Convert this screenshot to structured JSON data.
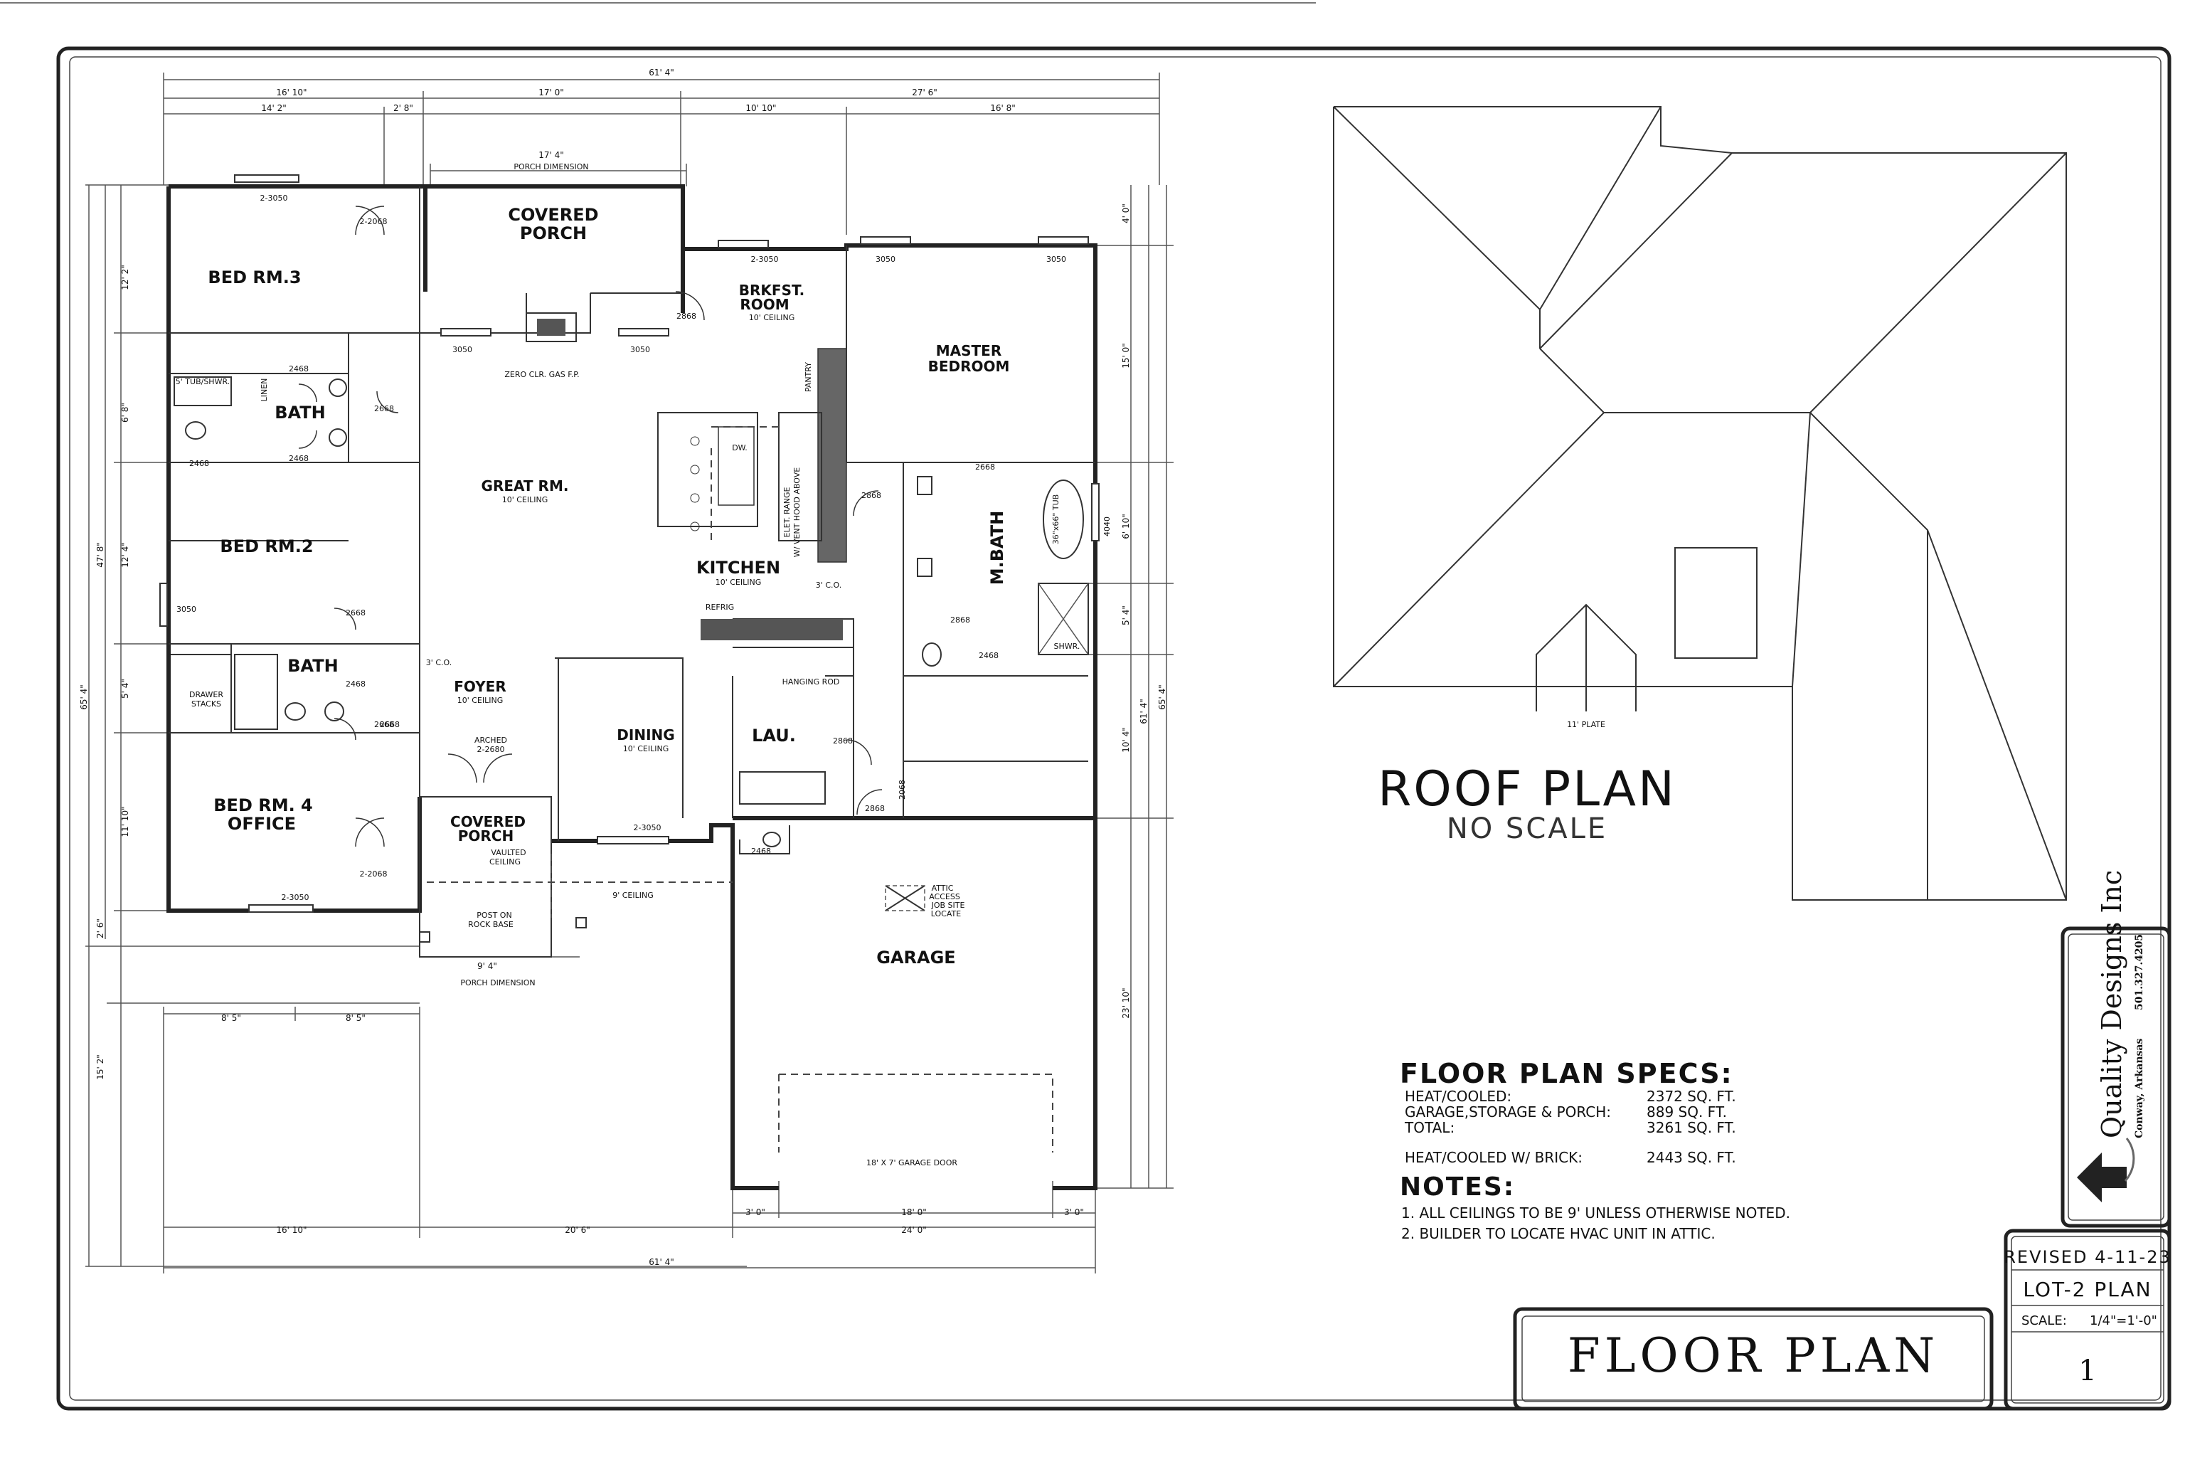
{
  "plan": {
    "rooms": {
      "bed3": "BED RM.3",
      "covered_porch_top_1": "COVERED",
      "covered_porch_top_2": "PORCH",
      "brkfst_1": "BRKFST.",
      "brkfst_2": "ROOM",
      "brkfst_ceiling": "10' CEILING",
      "master_1": "MASTER",
      "master_2": "BEDROOM",
      "bath1": "BATH",
      "great_rm": "GREAT RM.",
      "great_ceiling": "10' CEILING",
      "bed2": "BED RM.2",
      "kitchen": "KITCHEN",
      "kitchen_ceiling": "10' CEILING",
      "mbath": "M.BATH",
      "bath2": "BATH",
      "foyer": "FOYER",
      "foyer_ceiling": "10' CEILING",
      "dining": "DINING",
      "dining_ceiling": "10' CEILING",
      "lau": "LAU.",
      "bed4_1": "BED RM. 4",
      "bed4_2": "OFFICE",
      "covered_porch_front_1": "COVERED",
      "covered_porch_front_2": "PORCH",
      "garage": "GARAGE"
    },
    "notes": {
      "porch_dim_top": "PORCH DIMENSION",
      "porch_dim_bottom": "PORCH DIMENSION",
      "fireplace": "ZERO CLR. GAS F.P.",
      "pantry": "PANTRY",
      "range_1": "ELET. RANGE",
      "range_2": "W/ VENT HOOD ABOVE",
      "dw": "DW.",
      "tub": "36\"x66\" TUB",
      "shwr": "SHWR.",
      "tub_shwr": "5' TUB/SHWR.",
      "linen": "LINEN",
      "drawer_1": "DRAWER",
      "drawer_2": "STACKS",
      "hanging_rod": "HANGING ROD",
      "refrig": "REFRIG",
      "arched_1": "ARCHED",
      "arched_2": "2-2680",
      "vaulted_1": "VAULTED",
      "vaulted_2": "CEILING",
      "post_1": "POST ON",
      "post_2": "ROCK BASE",
      "nine_ceiling": "9' CEILING",
      "attic_1": "ATTIC",
      "attic_2": "ACCESS",
      "attic_3": "JOB SITE",
      "attic_4": "LOCATE",
      "garage_door": "18' X 7' GARAGE DOOR",
      "co_1": "3' C.O.",
      "co_2": "3' C.O."
    },
    "dims": {
      "overall_top": "61' 4\"",
      "overall_bottom": "61' 4\"",
      "top_1": "16' 10\"",
      "top_2": "17' 0\"",
      "top_3": "27' 6\"",
      "top_4": "14' 2\"",
      "top_5": "2' 8\"",
      "top_6": "10' 10\"",
      "top_7": "16' 8\"",
      "porch_top": "17' 4\"",
      "bot_1": "16' 10\"",
      "bot_2": "20' 6\"",
      "bot_3": "24' 0\"",
      "bot_4": "8' 5\"",
      "bot_5": "8' 5\"",
      "bot_6": "3' 0\"",
      "bot_7": "18' 0\"",
      "bot_8": "3' 0\"",
      "porch_bottom": "9' 4\"",
      "left_overall": "65' 4\"",
      "left_1": "12' 2\"",
      "left_2": "6' 8\"",
      "left_3": "12' 4\"",
      "left_4": "5' 4\"",
      "left_5": "11' 10\"",
      "left_6": "2' 6\"",
      "left_7": "15' 2\"",
      "left_mid": "47' 8\"",
      "right_overall": "65' 4\"",
      "right_1": "4' 0\"",
      "right_2": "15' 0\"",
      "right_3": "6' 10\"",
      "right_4": "5' 4\"",
      "right_5": "10' 4\"",
      "right_6": "23' 10\"",
      "right_mid": "61' 4\""
    },
    "windows": [
      "2-3050",
      "2-3050",
      "3050",
      "3050",
      "3050",
      "3050",
      "3050",
      "2-3050",
      "4040",
      "2-3050"
    ],
    "doors": [
      "2-2068",
      "2468",
      "2468",
      "2668",
      "2668",
      "2468",
      "2668",
      "2868",
      "2868",
      "2868",
      "2668",
      "2468",
      "2868",
      "2468",
      "2868",
      "2068",
      "2668",
      "2468",
      "2-2068"
    ]
  },
  "roof": {
    "title": "ROOF PLAN",
    "subtitle": "NO SCALE",
    "plate": "11' PLATE"
  },
  "specs": {
    "title": "FLOOR PLAN SPECS:",
    "rows": [
      {
        "label": "HEAT/COOLED:",
        "value": "2372 SQ. FT."
      },
      {
        "label": "GARAGE,STORAGE & PORCH:",
        "value": "889 SQ. FT."
      },
      {
        "label": "TOTAL:",
        "value": "3261 SQ. FT."
      }
    ],
    "brick_label": "HEAT/COOLED W/ BRICK:",
    "brick_value": "2443 SQ. FT."
  },
  "notes_block": {
    "title": "NOTES:",
    "items": [
      "1. ALL CEILINGS TO BE 9' UNLESS OTHERWISE NOTED.",
      "2. BUILDER TO LOCATE HVAC UNIT IN ATTIC."
    ]
  },
  "title_block": {
    "sheet_title": "FLOOR PLAN",
    "company": "Quality Designs Inc",
    "location": "Conway, Arkansas",
    "phone": "501.327.4205",
    "revised": "REVISED 4-11-23",
    "lot": "LOT-2 PLAN",
    "scale_label": "SCALE:",
    "scale_value": "1/4\"=1'-0\"",
    "sheet_number": "1"
  }
}
